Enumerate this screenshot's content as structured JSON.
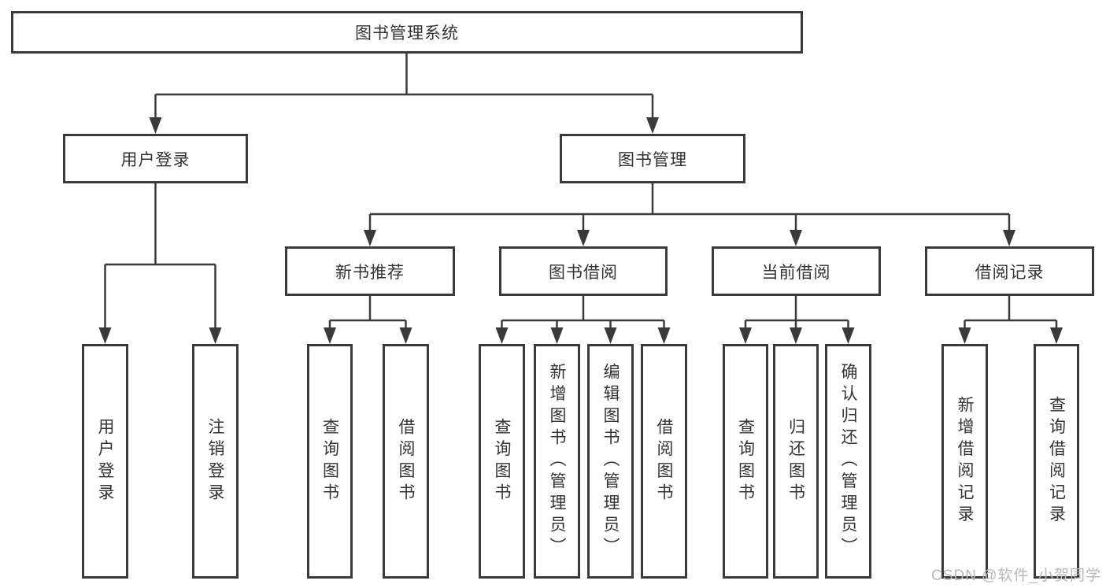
{
  "diagram_type": "hierarchy-tree",
  "colors": {
    "background": "#ffffff",
    "line": "#3a3a3a",
    "box_border": "#3a3a3a",
    "text": "#333333",
    "watermark": "#b9b9b9"
  },
  "tree": {
    "label": "图书管理系统",
    "children": [
      {
        "label": "用户登录",
        "children": [
          {
            "label": "用户登录"
          },
          {
            "label": "注销登录"
          }
        ]
      },
      {
        "label": "图书管理",
        "children": [
          {
            "label": "新书推荐",
            "children": [
              {
                "label": "查询图书"
              },
              {
                "label": "借阅图书"
              }
            ]
          },
          {
            "label": "图书借阅",
            "children": [
              {
                "label": "查询图书"
              },
              {
                "label": "新增图书（管理员）"
              },
              {
                "label": "编辑图书（管理员）"
              },
              {
                "label": "借阅图书"
              }
            ]
          },
          {
            "label": "当前借阅",
            "children": [
              {
                "label": "查询图书"
              },
              {
                "label": "归还图书"
              },
              {
                "label": "确认归还（管理员）"
              }
            ]
          },
          {
            "label": "借阅记录",
            "children": [
              {
                "label": "新增借阅记录"
              },
              {
                "label": "查询借阅记录"
              }
            ]
          }
        ]
      }
    ]
  },
  "watermark": {
    "text": "CSDN @软件_小贺同学"
  }
}
